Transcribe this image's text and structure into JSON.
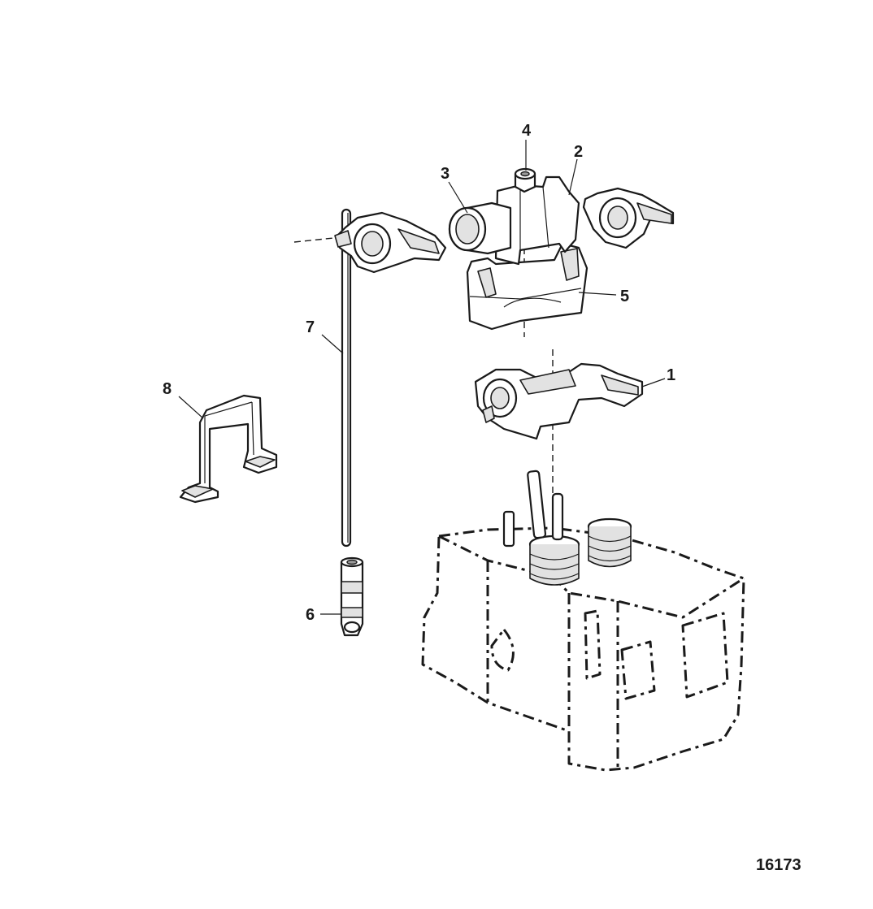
{
  "diagram": {
    "callouts": [
      "1",
      "2",
      "3",
      "4",
      "5",
      "6",
      "7",
      "8"
    ],
    "figure_id": "16173"
  }
}
